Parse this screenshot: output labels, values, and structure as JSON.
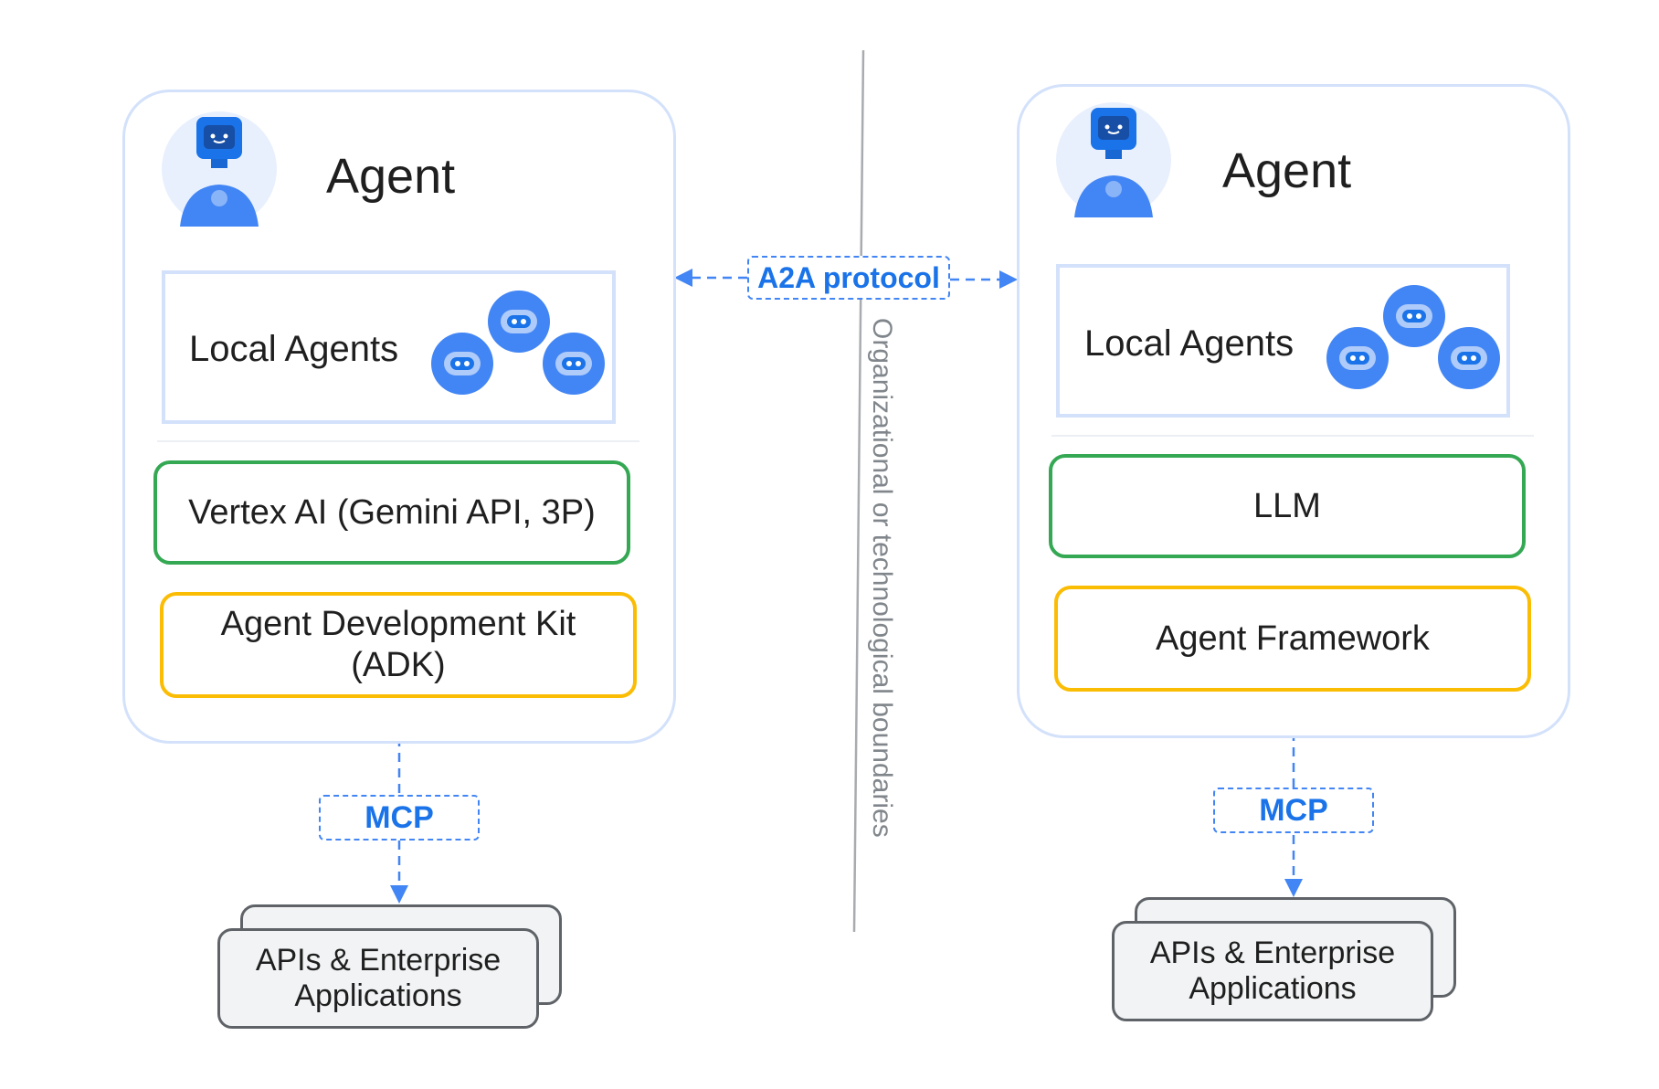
{
  "left_agent": {
    "title": "Agent",
    "local_agents_label": "Local Agents",
    "model_label": "Vertex AI (Gemini API, 3P)",
    "framework_label": "Agent Development Kit\n(ADK)",
    "protocol_label": "MCP",
    "apps_label": "APIs & Enterprise\nApplications"
  },
  "right_agent": {
    "title": "Agent",
    "local_agents_label": "Local Agents",
    "model_label": "LLM",
    "framework_label": "Agent Framework",
    "protocol_label": "MCP",
    "apps_label": "APIs & Enterprise\nApplications"
  },
  "center": {
    "protocol_label": "A2A protocol",
    "boundary_label": "Organizational or technological boundaries"
  },
  "colors": {
    "panel_border": "#d3e1fb",
    "model_border": "#34a853",
    "framework_border": "#fbbc04",
    "connector": "#4285f4",
    "connector_text": "#1a73e8"
  }
}
